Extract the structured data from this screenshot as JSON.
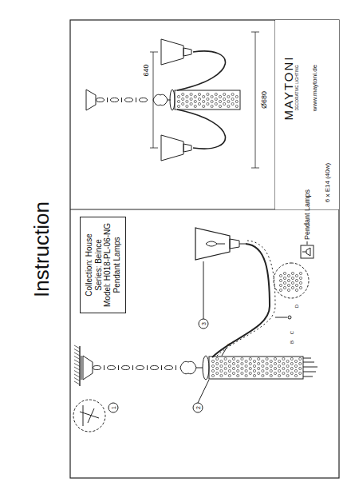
{
  "diagram": {
    "title": "Instruction",
    "nodes": [
      {
        "text": [
          "Collection: House",
          "Series: Beince",
          "Model: H018-PL-06-NG",
          "Pendant Lamps"
        ]
      },
      {
        "text": [
          "MAYTONI",
          "DECORATIVE LIGHTING",
          "www.maytoni.de"
        ]
      },
      {
        "text": [
          "6 x E14 (40w)"
        ]
      }
    ],
    "labels": [
      "640",
      "Ø680",
      "1",
      "2",
      "3",
      "A",
      "B",
      "C",
      "D",
      "Pendant Lamps"
    ]
  }
}
